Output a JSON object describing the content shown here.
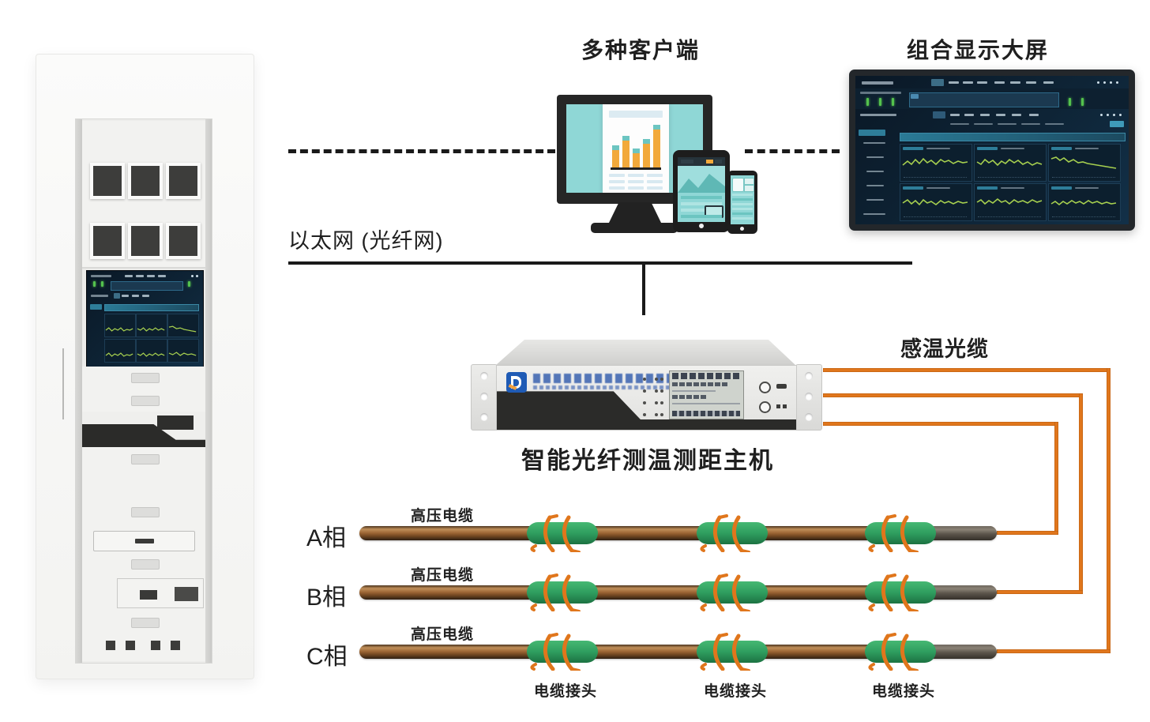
{
  "diagram": {
    "clients_label": "多种客户端",
    "big_screen_label": "组合显示大屏",
    "ethernet_label": "以太网 (光纤网)",
    "host_label": "智能光纤测温测距主机",
    "fiber_label": "感温光缆",
    "phases": [
      {
        "label": "A相",
        "cable_label": "高压电缆"
      },
      {
        "label": "B相",
        "cable_label": "高压电缆"
      },
      {
        "label": "C相",
        "cable_label": "高压电缆"
      }
    ],
    "joint_labels": [
      "电缆接头",
      "电缆接头",
      "电缆接头"
    ],
    "colors": {
      "fiber_orange": "#e0761c",
      "joint_green": "#2f9e5f",
      "cable_brown": "#9a6433",
      "screen_teal": "#8fd7d6",
      "dashboard_navy": "#0e2436",
      "line_black": "#1a1a1a"
    }
  }
}
